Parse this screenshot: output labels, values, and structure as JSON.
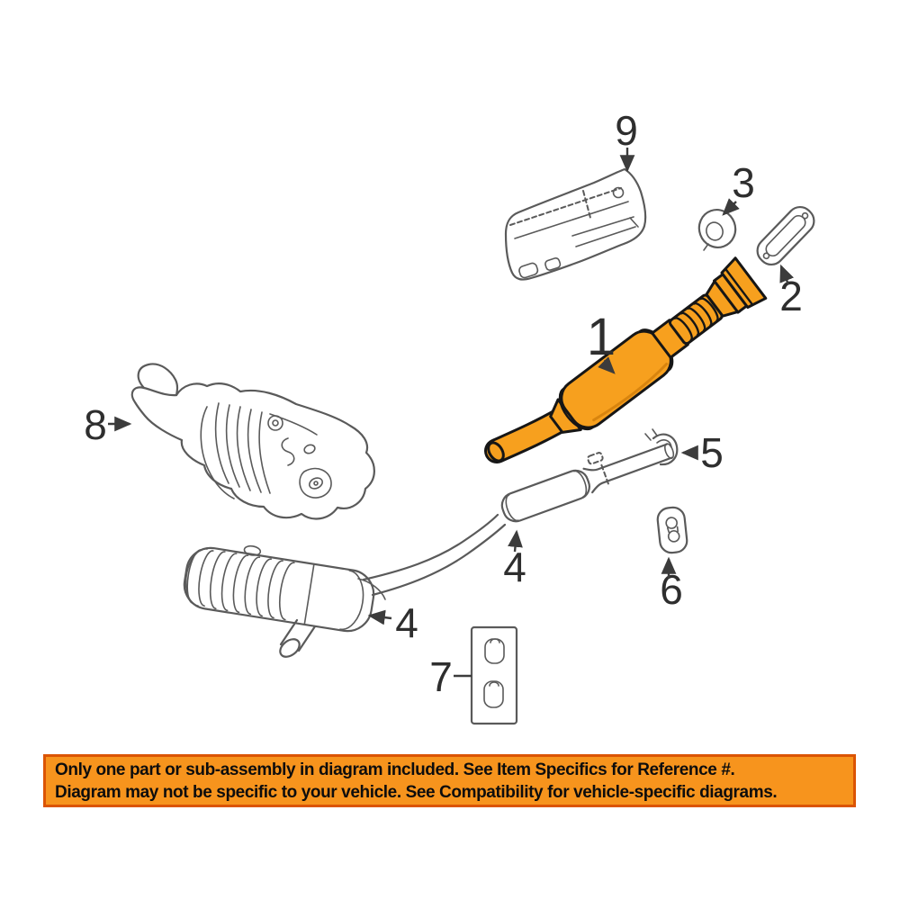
{
  "colors": {
    "highlight": "#F7A01E",
    "line_art": "#5A5A5A",
    "callout": "#2E2E2E",
    "banner_bg": "#F7941D",
    "banner_border": "#DB5404",
    "banner_text": "#0D0D0D"
  },
  "callouts": [
    {
      "number": "1"
    },
    {
      "number": "2"
    },
    {
      "number": "3"
    },
    {
      "number": "4"
    },
    {
      "number": "4"
    },
    {
      "number": "5"
    },
    {
      "number": "6"
    },
    {
      "number": "7"
    },
    {
      "number": "8"
    },
    {
      "number": "9"
    }
  ],
  "banner": {
    "line1": "Only one part or sub-assembly in diagram included. See Item Specifics for Reference #.",
    "line2": "Diagram may not be specific to your vehicle. See Compatibility for vehicle-specific diagrams."
  }
}
